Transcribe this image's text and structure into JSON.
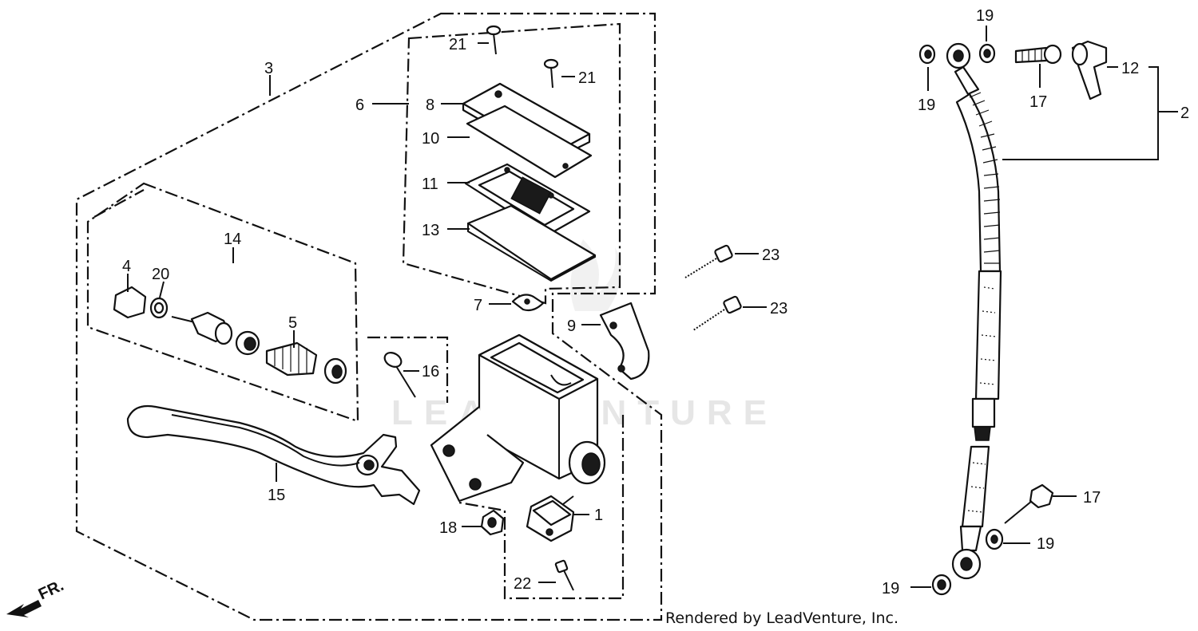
{
  "watermark": "LEADVENTURE",
  "footer": "Rendered by LeadVenture, Inc.",
  "front_indicator": "FR.",
  "callouts": {
    "c1": "1",
    "c2": "2",
    "c3": "3",
    "c4": "4",
    "c5": "5",
    "c6": "6",
    "c7": "7",
    "c8": "8",
    "c9": "9",
    "c10": "10",
    "c11": "11",
    "c12": "12",
    "c13": "13",
    "c14": "14",
    "c15": "15",
    "c16": "16",
    "c17a": "17",
    "c17b": "17",
    "c18": "18",
    "c19a": "19",
    "c19b": "19",
    "c19c": "19",
    "c19d": "19",
    "c20": "20",
    "c21a": "21",
    "c21b": "21",
    "c22": "22",
    "c23a": "23",
    "c23b": "23"
  }
}
